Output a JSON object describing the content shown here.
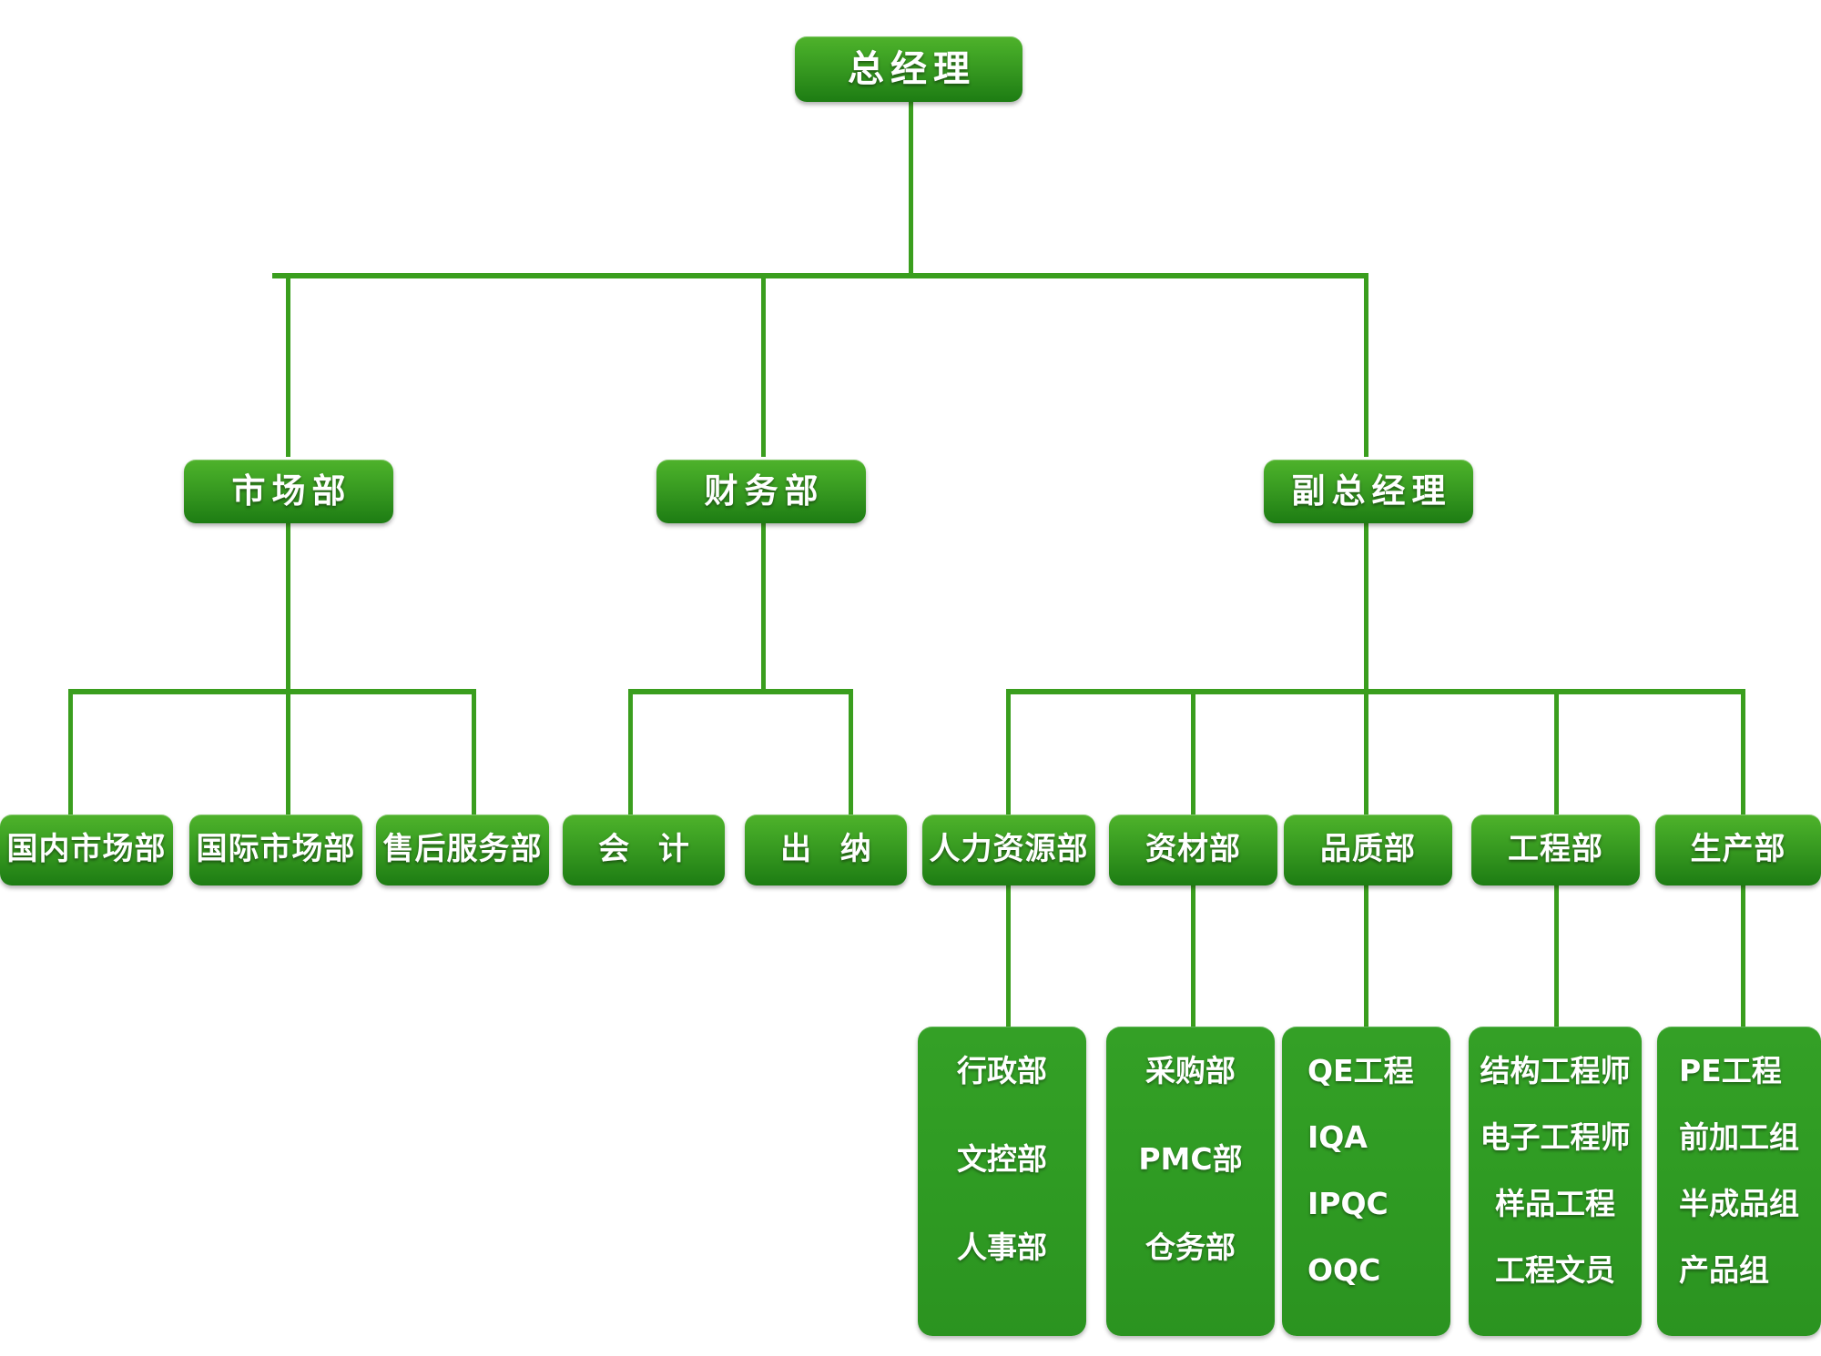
{
  "theme": {
    "background": "#ffffff",
    "box_top_green": "#4fb22b",
    "box_bottom_green": "#1d7c13",
    "group_green": "#2f9b23",
    "connector_green": "#3a9e1e",
    "text_color": "#ffffff"
  },
  "chart_data": {
    "type": "diagram",
    "title": "",
    "diagram_kind": "organizational-chart",
    "levels": 4,
    "nodes": [
      {
        "id": "gm",
        "label": "总经理",
        "level": 1,
        "parent": null
      },
      {
        "id": "marketing",
        "label": "市场部",
        "level": 2,
        "parent": "gm"
      },
      {
        "id": "finance",
        "label": "财务部",
        "level": 2,
        "parent": "gm"
      },
      {
        "id": "deputy-gm",
        "label": "副总经理",
        "level": 2,
        "parent": "gm"
      },
      {
        "id": "domestic",
        "label": "国内市场部",
        "level": 3,
        "parent": "marketing"
      },
      {
        "id": "international",
        "label": "国际市场部",
        "level": 3,
        "parent": "marketing"
      },
      {
        "id": "aftersales",
        "label": "售后服务部",
        "level": 3,
        "parent": "marketing"
      },
      {
        "id": "accounting",
        "label": "会 计",
        "level": 3,
        "parent": "finance"
      },
      {
        "id": "cashier",
        "label": "出 纳",
        "level": 3,
        "parent": "finance"
      },
      {
        "id": "hr",
        "label": "人力资源部",
        "level": 3,
        "parent": "deputy-gm"
      },
      {
        "id": "materials",
        "label": "资材部",
        "level": 3,
        "parent": "deputy-gm"
      },
      {
        "id": "quality",
        "label": "品质部",
        "level": 3,
        "parent": "deputy-gm"
      },
      {
        "id": "engineering",
        "label": "工程部",
        "level": 3,
        "parent": "deputy-gm"
      },
      {
        "id": "production",
        "label": "生产部",
        "level": 3,
        "parent": "deputy-gm"
      }
    ],
    "groups": [
      {
        "id": "hr-group",
        "parent": "hr",
        "items": [
          "行政部",
          "文控部",
          "人事部"
        ]
      },
      {
        "id": "materials-group",
        "parent": "materials",
        "items": [
          "采购部",
          "PMC部",
          "仓务部"
        ]
      },
      {
        "id": "quality-group",
        "parent": "quality",
        "items": [
          "QE工程",
          "IQA",
          "IPQC",
          "OQC"
        ]
      },
      {
        "id": "engineering-group",
        "parent": "engineering",
        "items": [
          "结构工程师",
          "电子工程师",
          "样品工程",
          "工程文员"
        ]
      },
      {
        "id": "production-group",
        "parent": "production",
        "items": [
          "PE工程",
          "前加工组",
          "半成品组",
          "产品组"
        ]
      }
    ]
  },
  "nodes": {
    "gm": "总经理",
    "marketing": "市场部",
    "finance": "财务部",
    "deputy_gm": "副总经理",
    "domestic": "国内市场部",
    "international": "国际市场部",
    "aftersales": "售后服务部",
    "accounting": "会 计",
    "cashier": "出 纳",
    "hr": "人力资源部",
    "materials": "资材部",
    "quality": "品质部",
    "engineering": "工程部",
    "production": "生产部"
  },
  "groups": {
    "hr": {
      "items": [
        "行政部",
        "文控部",
        "人事部"
      ]
    },
    "materials": {
      "items": [
        "采购部",
        "PMC部",
        "仓务部"
      ]
    },
    "quality": {
      "items": [
        "QE工程",
        "IQA",
        "IPQC",
        "OQC"
      ]
    },
    "engineering": {
      "items": [
        "结构工程师",
        "电子工程师",
        "样品工程",
        "工程文员"
      ]
    },
    "production": {
      "items": [
        "PE工程",
        "前加工组",
        "半成品组",
        "产品组"
      ]
    }
  }
}
